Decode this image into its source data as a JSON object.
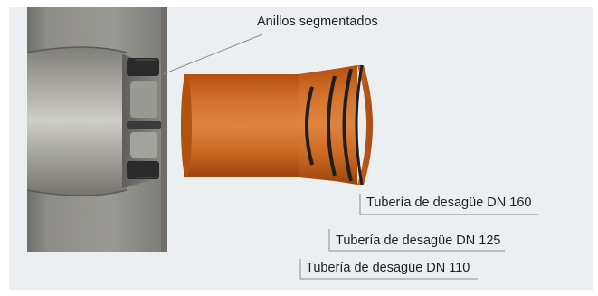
{
  "labels": {
    "rings": "Anillos segmentados",
    "pipe_160": "Tubería de desagüe DN 160",
    "pipe_125": "Tubería de desagüe DN 125",
    "pipe_110": "Tubería de desagüe DN 110"
  },
  "colors": {
    "background_panel": "#eceff1",
    "steel": "#8a8a86",
    "pipe": "#c8621e",
    "rings": "#1e1e1e",
    "leader_lines": "#8c8c8c"
  }
}
